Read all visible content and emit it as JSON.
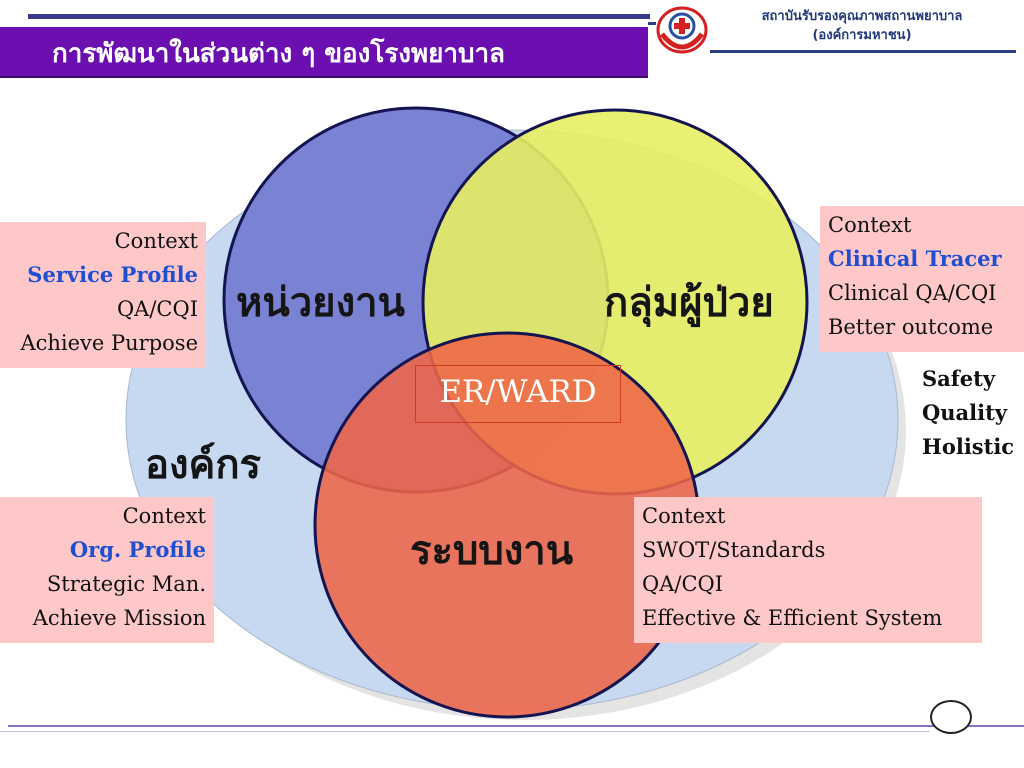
{
  "header": {
    "title": "การพัฒนาในส่วนต่าง ๆ ของโรงพยาบาล",
    "org_line1": "สถาบันรับรองคุณภาพสถานพยาบาล",
    "org_line2": "(องค์การมหาชน)"
  },
  "diagram": {
    "outer_label": "องค์กร",
    "circle_blue_label": "หน่วยงาน",
    "circle_yellow_label": "กลุ่มผู้ป่วย",
    "circle_red_label": "ระบบงาน",
    "center_label": "ER/WARD"
  },
  "boxes": {
    "unit": [
      "Context",
      "Service Profile",
      "QA/CQI",
      "Achieve Purpose"
    ],
    "patient": [
      "Context",
      "Clinical Tracer",
      "Clinical QA/CQI",
      "Better outcome"
    ],
    "org": [
      "Context",
      "Org. Profile",
      "Strategic Man.",
      "Achieve Mission"
    ],
    "system": [
      "Context",
      "SWOT/Standards",
      "QA/CQI",
      "Effective & Efficient System"
    ]
  },
  "side_list": [
    "Safety",
    "Quality",
    "Holistic"
  ],
  "colors": {
    "title_bar": "#6b0fb0",
    "outer_ellipse": "#c6d9f1",
    "circle_blue": "#7a82d4",
    "circle_yellow": "#e8ee62",
    "circle_red": "#ee6548",
    "box_fill": "#ffc8c8",
    "highlight_text": "#1f4fd1"
  }
}
